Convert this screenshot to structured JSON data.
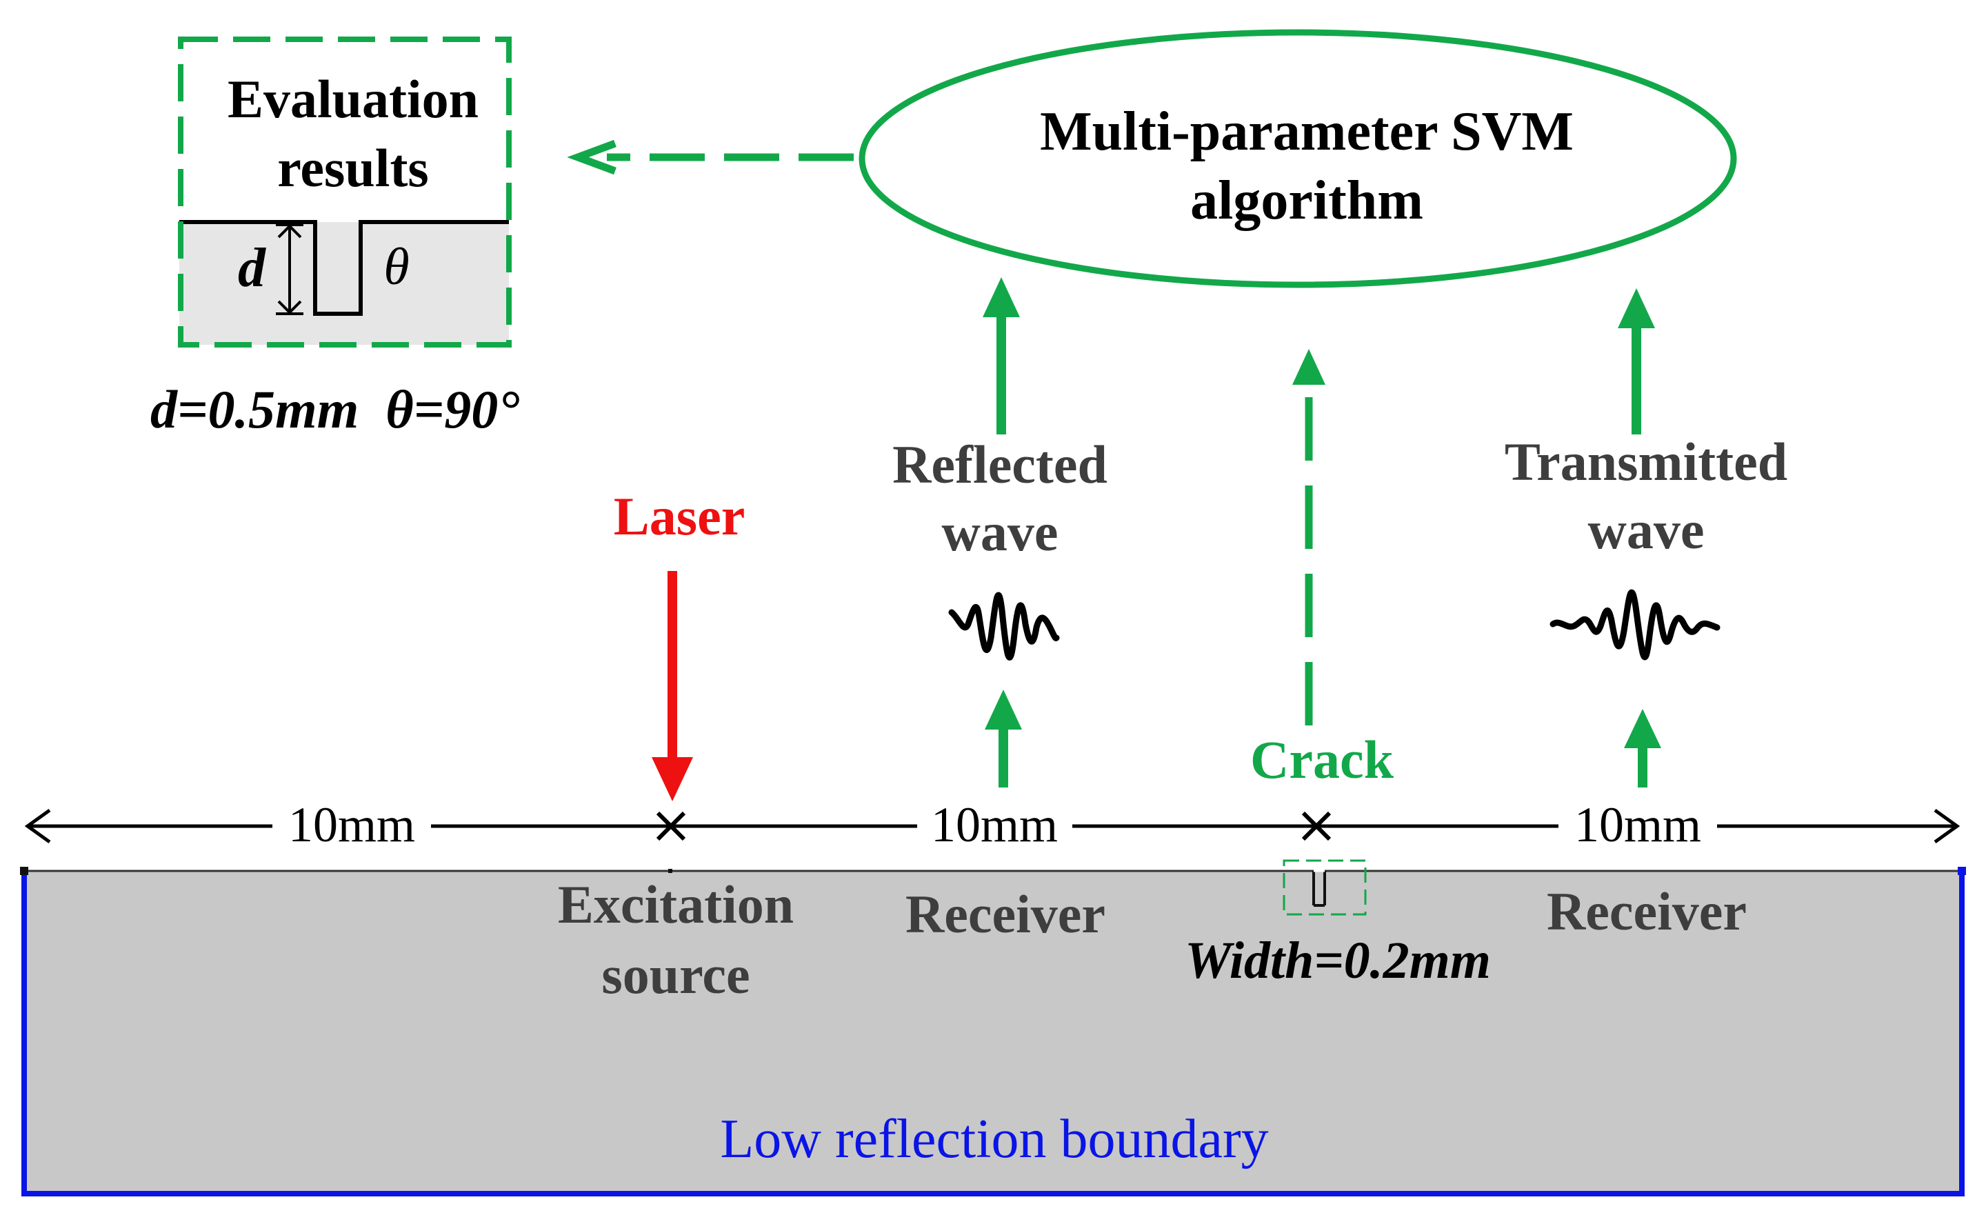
{
  "evaluation": {
    "title_line1": "Evaluation",
    "title_line2": "results",
    "depth_symbol": "d",
    "angle_symbol": "θ",
    "params_caption": "d=0.5mm  θ=90°"
  },
  "algorithm": {
    "line1": "Multi-parameter  SVM",
    "line2": "algorithm"
  },
  "labels": {
    "laser": "Laser",
    "reflected_line1": "Reflected",
    "reflected_line2": "wave",
    "transmitted_line1": "Transmitted",
    "transmitted_line2": "wave",
    "crack": "Crack",
    "excitation_line1": "Excitation",
    "excitation_line2": "source",
    "receiver_left": "Receiver",
    "receiver_right": "Receiver",
    "crack_width": "Width=0.2mm",
    "boundary": "Low reflection boundary"
  },
  "dimensions": {
    "segment_1": "10mm",
    "segment_2": "10mm",
    "segment_3": "10mm"
  },
  "colors": {
    "green": "#12a84a",
    "red": "#ee1111",
    "blue": "#0a14e6",
    "gray_text": "#3e3e3e",
    "plate_fill": "#c8c8c8",
    "inset_fill": "#e6e6e6"
  }
}
